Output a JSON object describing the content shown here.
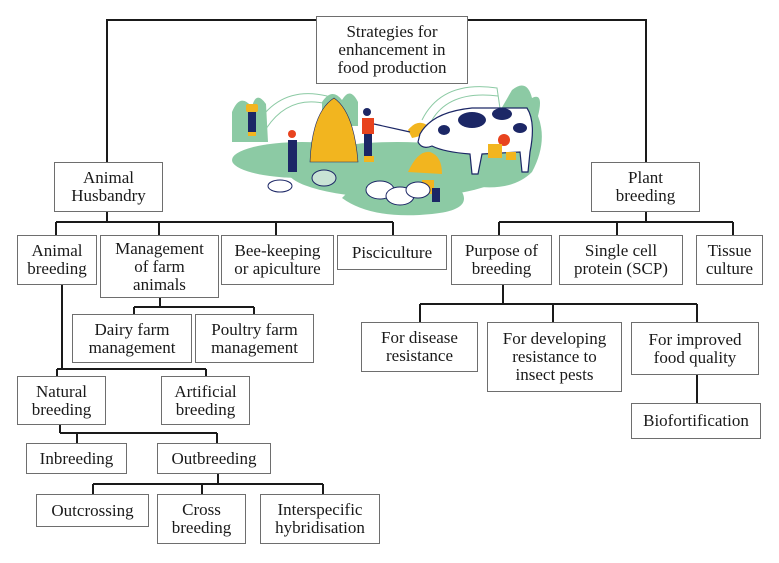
{
  "diagram": {
    "type": "hierarchy-tree",
    "root": "Strategies for\nenhancement in\nfood production",
    "illustration": "farm-activities-illustration",
    "nodes": {
      "root": "Strategies for\nenhancement in\nfood production",
      "animal_husbandry": "Animal\nHusbandry",
      "plant_breeding": "Plant\nbreeding",
      "animal_breeding": "Animal\nbreeding",
      "management_farm_animals": "Management\nof farm\nanimals",
      "bee_keeping": "Bee-keeping\nor apiculture",
      "pisciculture": "Pisciculture",
      "dairy_farm": "Dairy farm\nmanagement",
      "poultry_farm": "Poultry farm\nmanagement",
      "natural_breeding": "Natural\nbreeding",
      "artificial_breeding": "Artificial\nbreeding",
      "inbreeding": "Inbreeding",
      "outbreeding": "Outbreeding",
      "outcrossing": "Outcrossing",
      "cross_breeding": "Cross\nbreeding",
      "interspecific": "Interspecific\nhybridisation",
      "purpose_of_breeding": "Purpose of\nbreeding",
      "scp": "Single cell\nprotein (SCP)",
      "tissue_culture": "Tissue\nculture",
      "disease_resistance": "For disease\nresistance",
      "insect_pests": "For developing\nresistance to\ninsect pests",
      "food_quality": "For improved\nfood quality",
      "biofortification": "Biofortification"
    },
    "edges": [
      [
        "root",
        "animal_husbandry"
      ],
      [
        "root",
        "plant_breeding"
      ],
      [
        "animal_husbandry",
        "animal_breeding"
      ],
      [
        "animal_husbandry",
        "management_farm_animals"
      ],
      [
        "animal_husbandry",
        "bee_keeping"
      ],
      [
        "animal_husbandry",
        "pisciculture"
      ],
      [
        "management_farm_animals",
        "dairy_farm"
      ],
      [
        "management_farm_animals",
        "poultry_farm"
      ],
      [
        "animal_breeding",
        "natural_breeding"
      ],
      [
        "animal_breeding",
        "artificial_breeding"
      ],
      [
        "natural_breeding",
        "inbreeding"
      ],
      [
        "natural_breeding",
        "outbreeding"
      ],
      [
        "outbreeding",
        "outcrossing"
      ],
      [
        "outbreeding",
        "cross_breeding"
      ],
      [
        "outbreeding",
        "interspecific"
      ],
      [
        "plant_breeding",
        "purpose_of_breeding"
      ],
      [
        "plant_breeding",
        "scp"
      ],
      [
        "plant_breeding",
        "tissue_culture"
      ],
      [
        "purpose_of_breeding",
        "disease_resistance"
      ],
      [
        "purpose_of_breeding",
        "insect_pests"
      ],
      [
        "purpose_of_breeding",
        "food_quality"
      ],
      [
        "food_quality",
        "biofortification"
      ]
    ]
  },
  "colors": {
    "line": "#1a1a1a",
    "box_border": "#6e6e6e",
    "foliage": "#8ccaa4",
    "navy": "#1c2766",
    "hay": "#f2b51f",
    "shirt_red": "#e8431e"
  }
}
